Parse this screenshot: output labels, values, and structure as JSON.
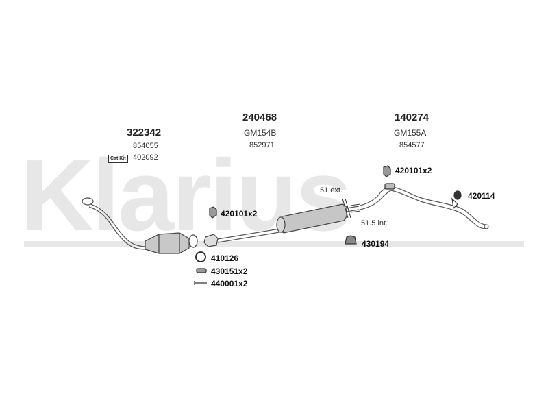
{
  "watermark": "Klarius",
  "groups": {
    "front": {
      "number": "322342",
      "ref": "854055",
      "catkit_badge": "Cat Kit",
      "catkit_ref": "402092"
    },
    "middle": {
      "number": "240468",
      "code": "GM154B",
      "ref": "852971"
    },
    "rear": {
      "number": "140274",
      "code": "GM155A",
      "ref": "854577"
    }
  },
  "parts": {
    "p420101_mid": "420101x2",
    "p420101_rear": "420101x2",
    "p420114": "420114",
    "p430194": "430194",
    "p410126": "410126",
    "p430151": "430151x2",
    "p440001": "440001x2"
  },
  "notes": {
    "ext": "51 ext.",
    "int": "51.5 int."
  }
}
